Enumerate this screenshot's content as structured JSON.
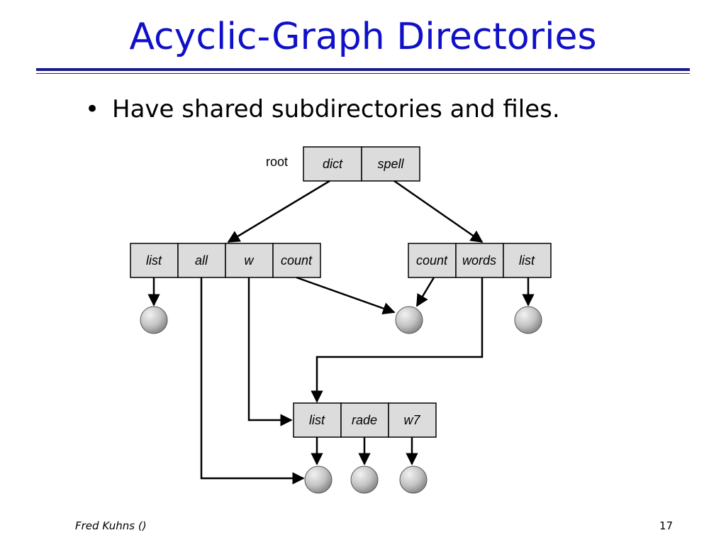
{
  "slide": {
    "title": "Acyclic-Graph Directories",
    "bullet_symbol": "•",
    "bullet": "Have shared subdirectories and files.",
    "footer_author": "Fred Kuhns ()",
    "page_number": "17"
  },
  "diagram": {
    "root_label": "root",
    "root_dir": [
      "dict",
      "spell"
    ],
    "dict_dir": [
      "list",
      "all",
      "w",
      "count"
    ],
    "spell_dir": [
      "count",
      "words",
      "list"
    ],
    "shared_dir": [
      "list",
      "rade",
      "w7"
    ]
  }
}
